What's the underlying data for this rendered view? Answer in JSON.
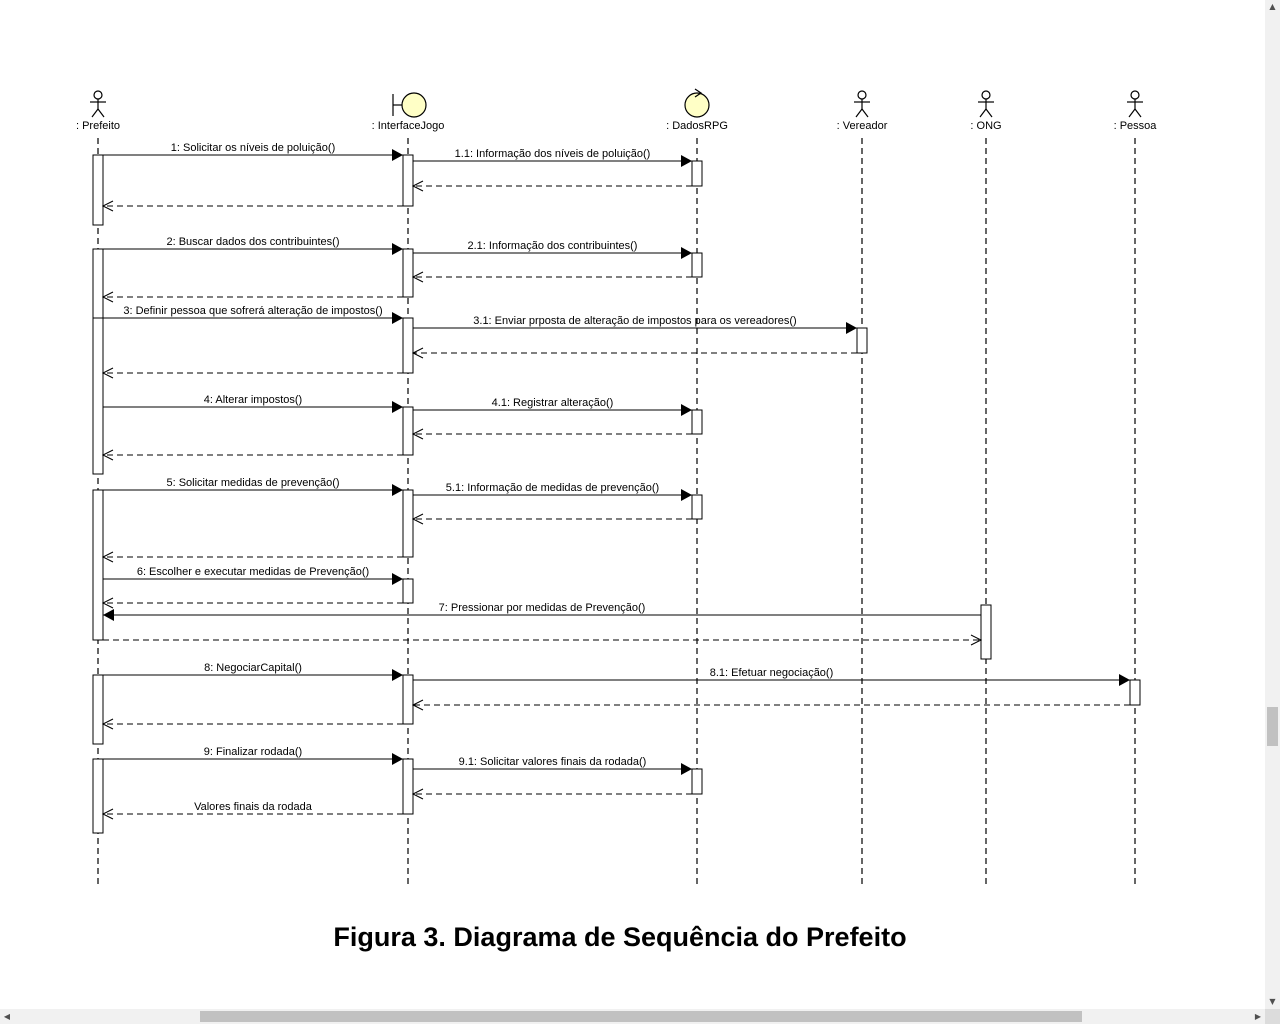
{
  "diagram": {
    "lifelines": [
      {
        "id": "prefeito",
        "label": ": Prefeito",
        "kind": "actor"
      },
      {
        "id": "interface",
        "label": ": InterfaceJogo",
        "kind": "boundary"
      },
      {
        "id": "dados",
        "label": ": DadosRPG",
        "kind": "control"
      },
      {
        "id": "vereador",
        "label": ": Vereador",
        "kind": "actor"
      },
      {
        "id": "ong",
        "label": ": ONG",
        "kind": "actor"
      },
      {
        "id": "pessoa",
        "label": ": Pessoa",
        "kind": "actor"
      }
    ],
    "messages": [
      {
        "from": "prefeito",
        "to": "interface",
        "label": "1: Solicitar os níveis de poluição()",
        "type": "sync"
      },
      {
        "from": "interface",
        "to": "dados",
        "label": "1.1: Informação dos níveis de poluição()",
        "type": "sync"
      },
      {
        "from": "dados",
        "to": "interface",
        "label": "",
        "type": "return"
      },
      {
        "from": "interface",
        "to": "prefeito",
        "label": "",
        "type": "return"
      },
      {
        "from": "prefeito",
        "to": "interface",
        "label": "2: Buscar dados dos contribuintes()",
        "type": "sync"
      },
      {
        "from": "interface",
        "to": "dados",
        "label": "2.1: Informação dos contribuintes()",
        "type": "sync"
      },
      {
        "from": "dados",
        "to": "interface",
        "label": "",
        "type": "return"
      },
      {
        "from": "interface",
        "to": "prefeito",
        "label": "",
        "type": "return"
      },
      {
        "from": "prefeito",
        "to": "interface",
        "label": "3: Definir pessoa que sofrerá alteração de impostos()",
        "type": "sync"
      },
      {
        "from": "interface",
        "to": "vereador",
        "label": "3.1: Enviar prposta de alteração de impostos para os vereadores()",
        "type": "sync"
      },
      {
        "from": "vereador",
        "to": "interface",
        "label": "",
        "type": "return"
      },
      {
        "from": "interface",
        "to": "prefeito",
        "label": "",
        "type": "return"
      },
      {
        "from": "prefeito",
        "to": "interface",
        "label": "4: Alterar impostos()",
        "type": "sync"
      },
      {
        "from": "interface",
        "to": "dados",
        "label": "4.1: Registrar alteração()",
        "type": "sync"
      },
      {
        "from": "dados",
        "to": "interface",
        "label": "",
        "type": "return"
      },
      {
        "from": "interface",
        "to": "prefeito",
        "label": "",
        "type": "return"
      },
      {
        "from": "prefeito",
        "to": "interface",
        "label": "5: Solicitar medidas de prevenção()",
        "type": "sync"
      },
      {
        "from": "interface",
        "to": "dados",
        "label": "5.1: Informação de medidas de prevenção()",
        "type": "sync"
      },
      {
        "from": "dados",
        "to": "interface",
        "label": "",
        "type": "return"
      },
      {
        "from": "interface",
        "to": "prefeito",
        "label": "",
        "type": "return"
      },
      {
        "from": "prefeito",
        "to": "interface",
        "label": "6: Escolher e executar medidas de Prevenção()",
        "type": "sync"
      },
      {
        "from": "interface",
        "to": "prefeito",
        "label": "",
        "type": "return"
      },
      {
        "from": "ong",
        "to": "prefeito",
        "label": "7: Pressionar por medidas de Prevenção()",
        "type": "sync"
      },
      {
        "from": "prefeito",
        "to": "ong",
        "label": "",
        "type": "return"
      },
      {
        "from": "prefeito",
        "to": "interface",
        "label": "8: NegociarCapital()",
        "type": "sync"
      },
      {
        "from": "interface",
        "to": "pessoa",
        "label": "8.1: Efetuar negociação()",
        "type": "sync"
      },
      {
        "from": "pessoa",
        "to": "interface",
        "label": "",
        "type": "return"
      },
      {
        "from": "interface",
        "to": "prefeito",
        "label": "",
        "type": "return"
      },
      {
        "from": "prefeito",
        "to": "interface",
        "label": "9: Finalizar rodada()",
        "type": "sync"
      },
      {
        "from": "interface",
        "to": "dados",
        "label": "9.1: Solicitar valores finais da rodada()",
        "type": "sync"
      },
      {
        "from": "dados",
        "to": "interface",
        "label": "",
        "type": "return"
      },
      {
        "from": "interface",
        "to": "prefeito",
        "label": "Valores finais da rodada",
        "type": "return"
      }
    ]
  },
  "caption": "Figura 3. Diagrama de Sequência do Prefeito"
}
